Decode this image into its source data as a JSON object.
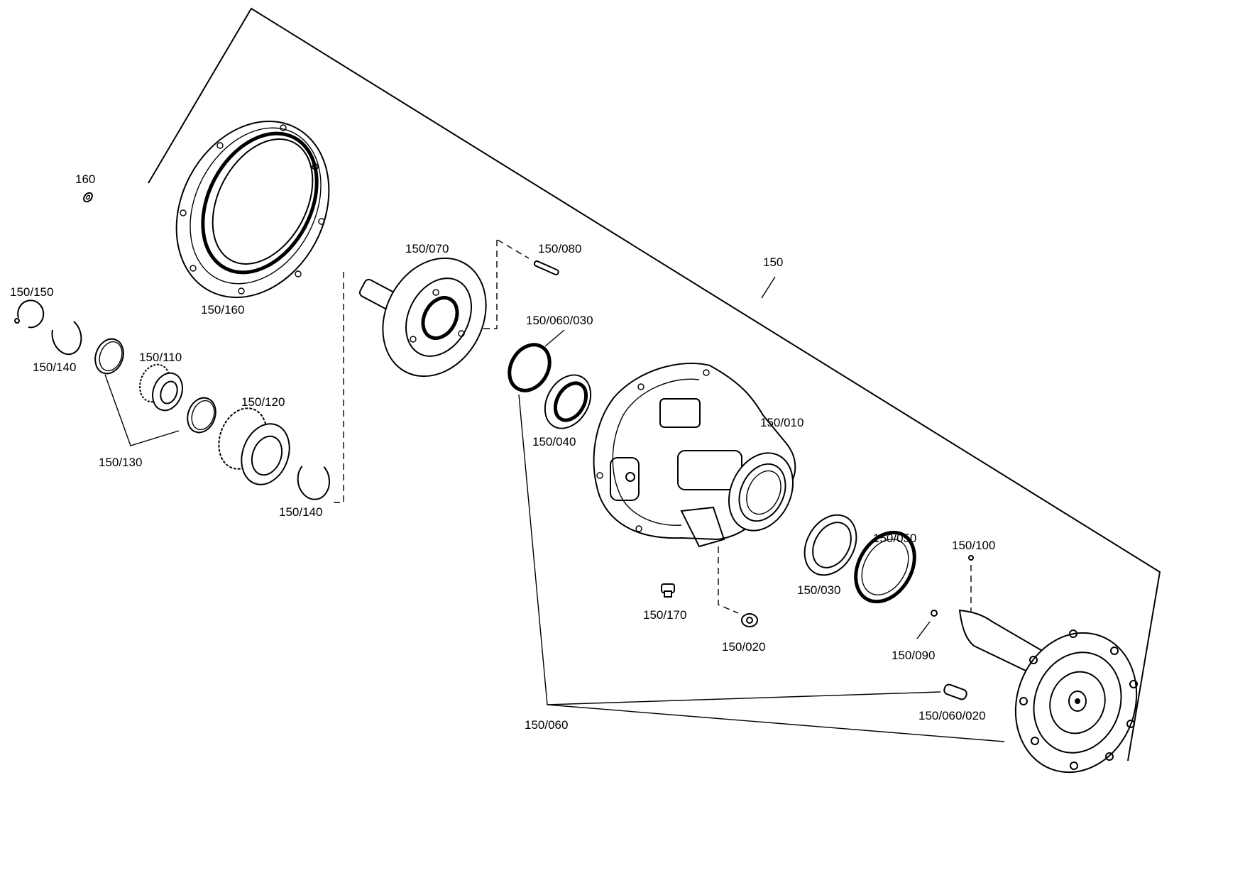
{
  "diagram": {
    "labels": {
      "l160": "160",
      "l150": "150",
      "l150_150": "150/150",
      "l150_140a": "150/140",
      "l150_130": "150/130",
      "l150_110": "150/110",
      "l150_120": "150/120",
      "l150_140b": "150/140",
      "l150_160": "150/160",
      "l150_070": "150/070",
      "l150_080": "150/080",
      "l150_060_030": "150/060/030",
      "l150_040": "150/040",
      "l150_010": "150/010",
      "l150_030": "150/030",
      "l150_050": "150/050",
      "l150_100": "150/100",
      "l150_170": "150/170",
      "l150_020": "150/020",
      "l150_090": "150/090",
      "l150_060_020": "150/060/020",
      "l150_060": "150/060"
    }
  }
}
